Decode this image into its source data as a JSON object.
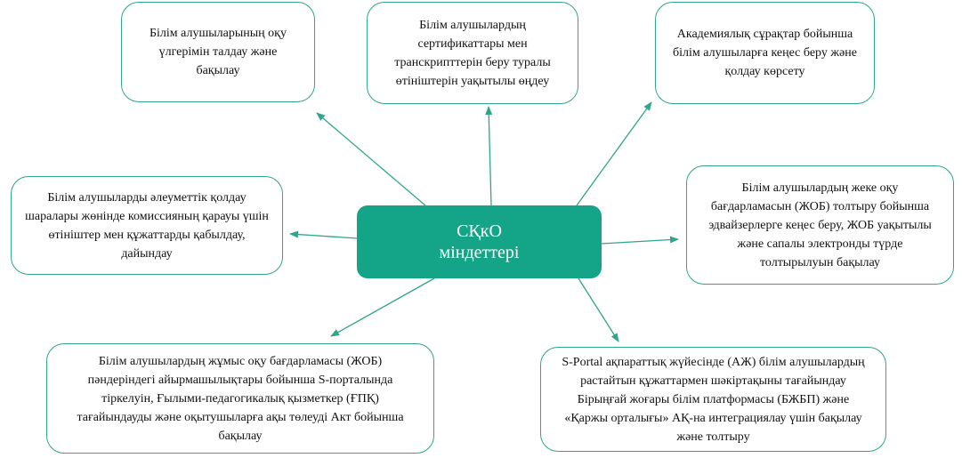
{
  "center": {
    "line1": "СҚкО",
    "line2": "міндеттері"
  },
  "tasks": [
    "Білім алушыларының оқу үлгерімін талдау және бақылау",
    "Білім алушылардың сертификаттары мен транскрипттерін беру туралы өтініштерін уақытылы өңдеу",
    "Академиялық сұрақтар бойынша білім алушыларға кеңес беру және қолдау көрсету",
    "Білім алушыларды әлеуметтік қолдау шаралары жөнінде комиссияның қарауы үшін өтініштер мен құжаттарды қабылдау, дайындау",
    "Білім алушылардың жеке оқу бағдарламасын (ЖОБ) толтыру бойынша эдвайзерлерге кеңес беру, ЖОБ уақытылы және сапалы электронды түрде толтырылуын бақылау",
    "Білім алушылардың жұмыс оқу бағдарламасы (ЖОБ) пәндеріндегі айырмашылықтары бойынша S-порталында тіркелуін, Ғылыми-педагогикалық қызметкер (ҒПҚ) тағайындауды және оқытушыларға ақы төлеуді Акт бойынша бақылау",
    "S-Portal ақпараттық жүйесінде (АЖ)  білім алушылардың растайтын құжаттармен шәкіртақыны тағайындау Бірыңғай жоғары білім платформасы (БЖБП) және «Қаржы орталығы» АҚ-на интеграциялау үшін бақылау және толтыру"
  ],
  "colors": {
    "accent": "#14a487",
    "line": "#2fa58a"
  }
}
